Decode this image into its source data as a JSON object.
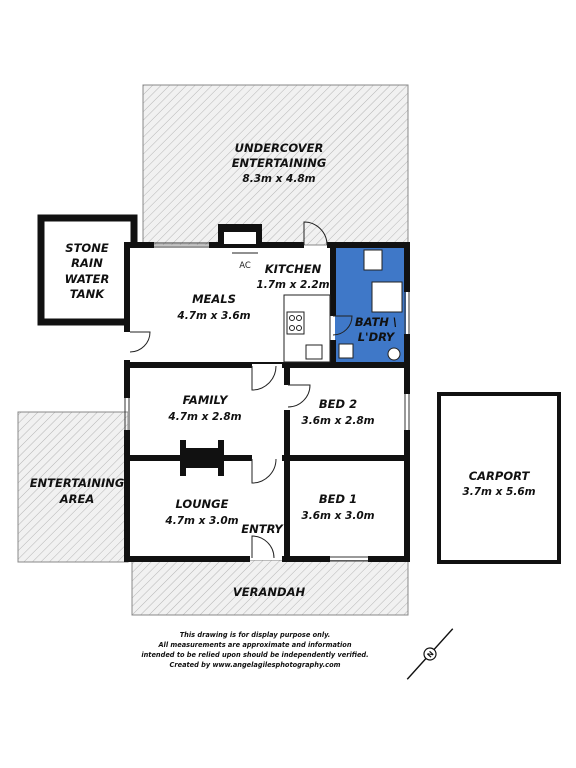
{
  "outdoor_areas": {
    "undercover": {
      "name": "UNDERCOVER",
      "name2": "ENTERTAINING",
      "dims": "8.3m x 4.8m"
    },
    "entertaining": {
      "name": "ENTERTAINING",
      "name2": "AREA"
    },
    "verandah": {
      "name": "VERANDAH"
    },
    "carport": {
      "name": "CARPORT",
      "dims": "3.7m x 5.6m"
    }
  },
  "tank": {
    "line1": "STONE",
    "line2": "RAIN",
    "line3": "WATER",
    "line4": "TANK"
  },
  "rooms": {
    "kitchen": {
      "name": "KITCHEN",
      "dims": "1.7m x 2.2m"
    },
    "meals": {
      "name": "MEALS",
      "dims": "4.7m x 3.6m"
    },
    "bath": {
      "name": "BATH \\",
      "name2": "L'DRY"
    },
    "family": {
      "name": "FAMILY",
      "dims": "4.7m x 2.8m"
    },
    "bed2": {
      "name": "BED 2",
      "dims": "3.6m x 2.8m"
    },
    "lounge": {
      "name": "LOUNGE",
      "dims": "4.7m x 3.0m"
    },
    "entry": {
      "name": "ENTRY"
    },
    "bed1": {
      "name": "BED 1",
      "dims": "3.6m x 3.0m"
    }
  },
  "fixtures": {
    "ac_label": "AC"
  },
  "disclaimer": {
    "line1": "This drawing is for display purpose only.",
    "line2": "All measurements are approximate and information",
    "line3": "intended to be relied upon should be independently verified.",
    "line4": "Created by www.angelagilesphotography.com"
  },
  "colors": {
    "wall": "#111111",
    "bath_fill": "#3f78c8",
    "hatch": "#b5b5b5",
    "hatch_bg": "#f1f1f1"
  }
}
